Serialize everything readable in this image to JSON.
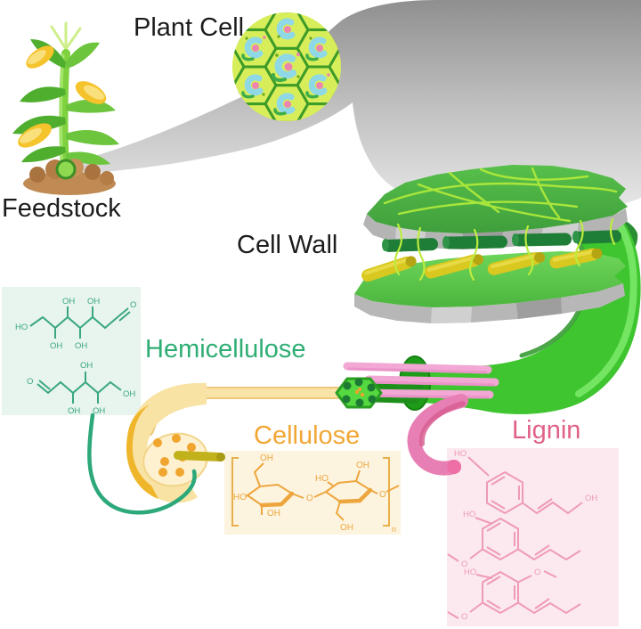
{
  "figure": {
    "type": "scientific-diagram",
    "topic": "Lignocellulosic biomass hierarchy from feedstock plant to cell wall polymers"
  },
  "labels": {
    "feedstock": "Feedstock",
    "plant_cell": "Plant Cell",
    "cell_wall": "Cell Wall",
    "hemicellulose": "Hemicellulose",
    "cellulose": "Cellulose",
    "lignin": "Lignin"
  },
  "chem": {
    "oh": "OH",
    "ho": "HO",
    "o": "O",
    "n": "n"
  },
  "colors": {
    "label_text": "#1c1c1c",
    "hemicellulose_text": "#2fae74",
    "cellulose_text": "#f2a735",
    "lignin_text": "#e06287",
    "hemicellulose_struct": "#3aa87e",
    "cellulose_struct": "#eda63e",
    "lignin_struct": "#ef9ab8",
    "hemicellulose_box": "#e8f4ee",
    "cellulose_box": "#fdf4e0",
    "lignin_box": "#fbe9ef",
    "macrofibril_green": "#3ec52f",
    "lignin_strand_pink": "#e87fb4",
    "cellulose_tube_yellow": "#f8e3a4",
    "swoosh_gray": "#9e9e9e"
  }
}
